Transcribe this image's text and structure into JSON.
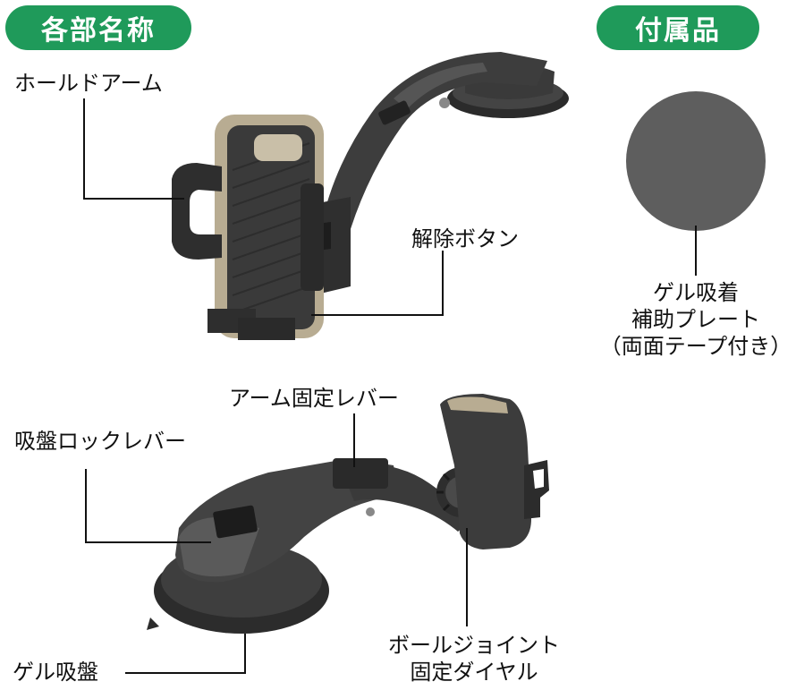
{
  "badges": {
    "parts_title": "各部名称",
    "accessories_title": "付属品"
  },
  "labels": {
    "hold_arm": "ホールドアーム",
    "release_button": "解除ボタン",
    "arm_lock_lever": "アーム固定レバー",
    "suction_lock_lever": "吸盤ロックレバー",
    "gel_suction": "ゲル吸盤",
    "ball_joint_line1": "ボールジョイント",
    "ball_joint_line2": "固定ダイヤル",
    "gel_plate_line1": "ゲル吸着",
    "gel_plate_line2": "補助プレート",
    "gel_plate_line3": "（両面テープ付き）"
  },
  "colors": {
    "badge_green": "#1f9a5a",
    "device_dark": "#3c3c3c",
    "plate_gray": "#5e5e5e",
    "gold_frame": "#b8ac92"
  }
}
